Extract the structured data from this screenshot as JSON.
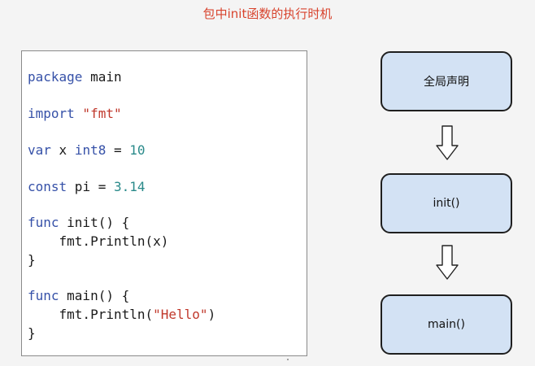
{
  "title": "包中init函数的执行时机",
  "code": {
    "l1_kw": "package",
    "l1_rest": " main",
    "l2_kw": "import",
    "l2_str": " \"fmt\"",
    "l3_kw1": "var",
    "l3_mid": " x ",
    "l3_kw2": "int8",
    "l3_eq": " = ",
    "l3_num": "10",
    "l4_kw": "const",
    "l4_mid": " pi = ",
    "l4_num": "3.14",
    "l5_kw": "func",
    "l5_rest": " init() {",
    "l6": "    fmt.Println(x)",
    "l7": "}",
    "l8_kw": "func",
    "l8_rest": " main() {",
    "l9_pre": "    fmt.Println(",
    "l9_str": "\"Hello\"",
    "l9_post": ")",
    "l10": "}"
  },
  "flow": {
    "box1": "全局声明",
    "box2": "init()",
    "box3": "main()"
  },
  "colors": {
    "title": "#d8442e",
    "keyword": "#3651a8",
    "number": "#2a8a8a",
    "string": "#c0382b",
    "box_fill": "#d3e2f4"
  }
}
